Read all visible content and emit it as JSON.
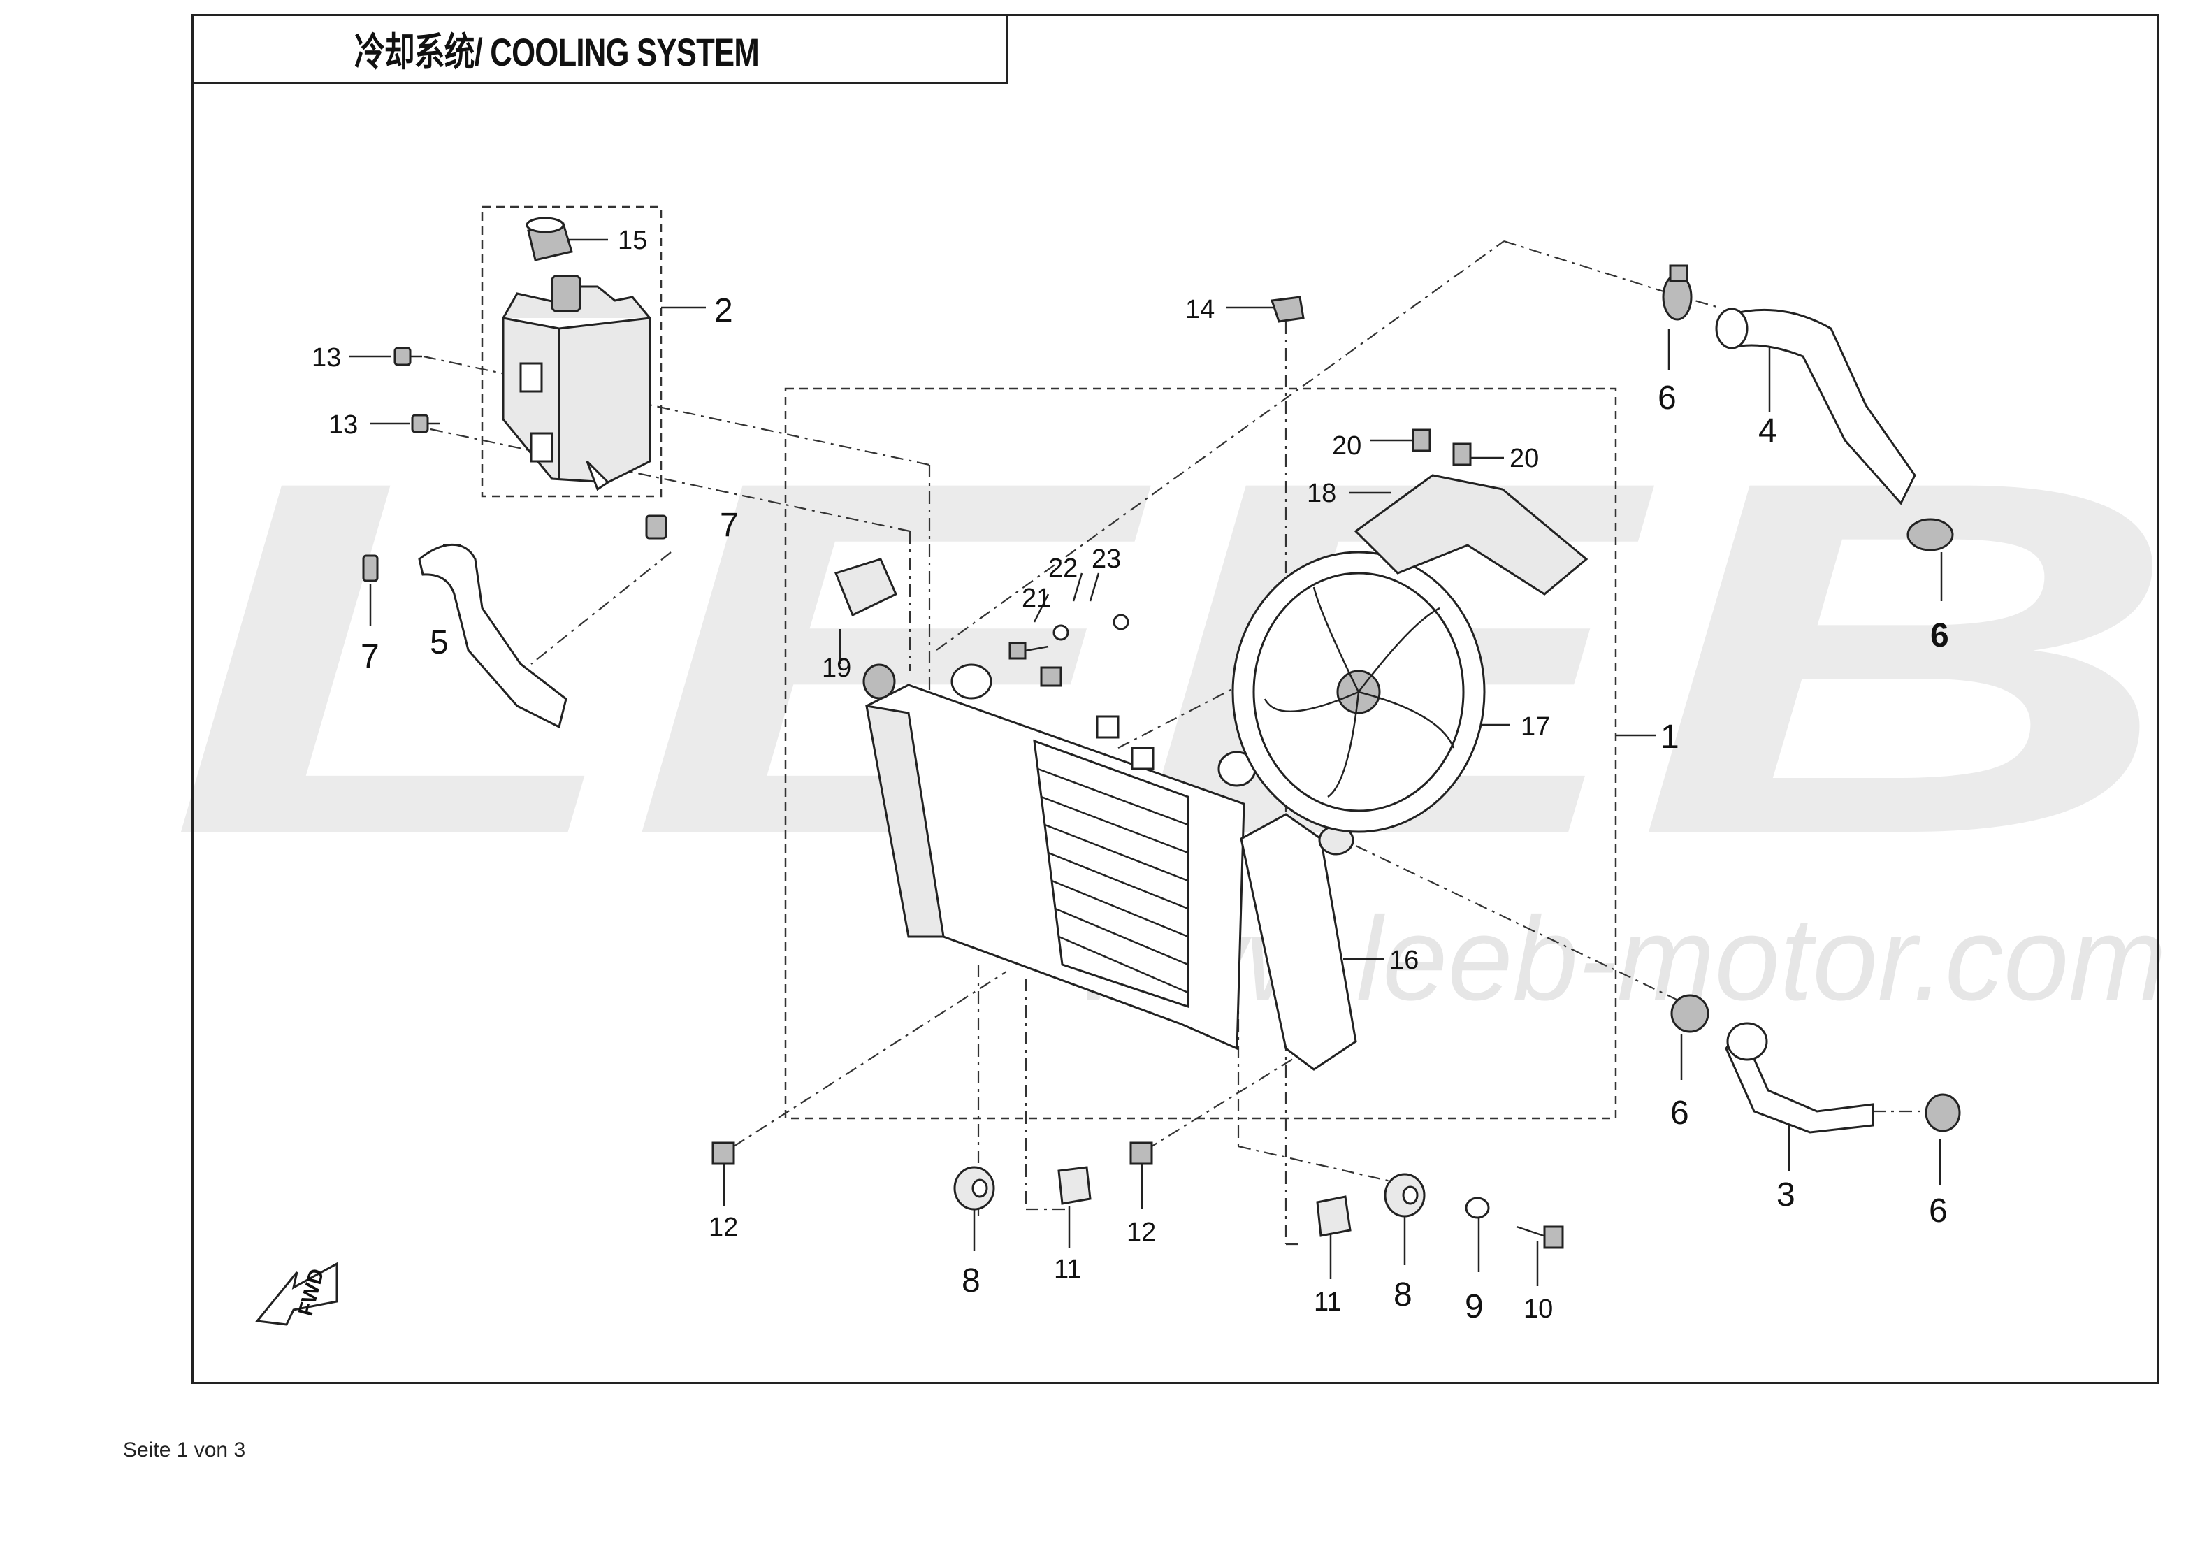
{
  "title": "冷却系统/ COOLING SYSTEM",
  "watermark": {
    "brand": "LEEB",
    "url": "www.leeb-motor.com"
  },
  "footer": "Seite 1 von 3",
  "fwd_label": "FWD",
  "callouts": [
    {
      "id": "c1",
      "text": "1"
    },
    {
      "id": "c2",
      "text": "2"
    },
    {
      "id": "c3",
      "text": "3"
    },
    {
      "id": "c4",
      "text": "4"
    },
    {
      "id": "c5",
      "text": "5"
    },
    {
      "id": "c6a",
      "text": "6"
    },
    {
      "id": "c6b",
      "text": "6"
    },
    {
      "id": "c6c",
      "text": "6"
    },
    {
      "id": "c6d",
      "text": "6"
    },
    {
      "id": "c7a",
      "text": "7"
    },
    {
      "id": "c7b",
      "text": "7"
    },
    {
      "id": "c8a",
      "text": "8"
    },
    {
      "id": "c8b",
      "text": "8"
    },
    {
      "id": "c9",
      "text": "9"
    },
    {
      "id": "c10",
      "text": "10"
    },
    {
      "id": "c11a",
      "text": "11"
    },
    {
      "id": "c11b",
      "text": "11"
    },
    {
      "id": "c12a",
      "text": "12"
    },
    {
      "id": "c12b",
      "text": "12"
    },
    {
      "id": "c13a",
      "text": "13"
    },
    {
      "id": "c13b",
      "text": "13"
    },
    {
      "id": "c14",
      "text": "14"
    },
    {
      "id": "c15",
      "text": "15"
    },
    {
      "id": "c16",
      "text": "16"
    },
    {
      "id": "c17",
      "text": "17"
    },
    {
      "id": "c18",
      "text": "18"
    },
    {
      "id": "c19",
      "text": "19"
    },
    {
      "id": "c20a",
      "text": "20"
    },
    {
      "id": "c20b",
      "text": "20"
    },
    {
      "id": "c21",
      "text": "21"
    },
    {
      "id": "c22",
      "text": "22"
    },
    {
      "id": "c23",
      "text": "23"
    }
  ]
}
